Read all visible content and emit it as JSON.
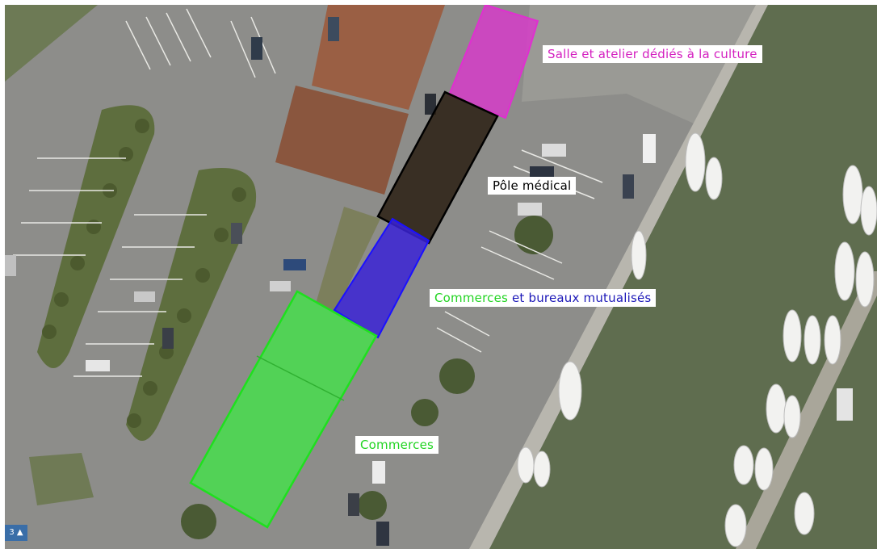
{
  "labels": {
    "culture": "Salle et atelier dédiés à la culture",
    "medical": "Pôle médical",
    "shops_part1": "Commerces",
    "shops_part2": "et bureaux mutualisés",
    "shops": "Commerces"
  },
  "zones": [
    {
      "id": "culture",
      "color": "#d63cc8"
    },
    {
      "id": "medical",
      "color": "#2a1e12"
    },
    {
      "id": "shops-offices",
      "color": "#3b23d6"
    },
    {
      "id": "shops",
      "color": "#46e24a"
    }
  ],
  "colors": {
    "culture_text": "#d420c0",
    "medical_text": "#000000",
    "shops_text": "#22d422",
    "offices_text": "#1c18b8",
    "water": "#5f6d4f",
    "asphalt": "#8d8d8a",
    "roof": "#9a5f44"
  },
  "controls": {
    "layer_badge": "3 ▲"
  }
}
